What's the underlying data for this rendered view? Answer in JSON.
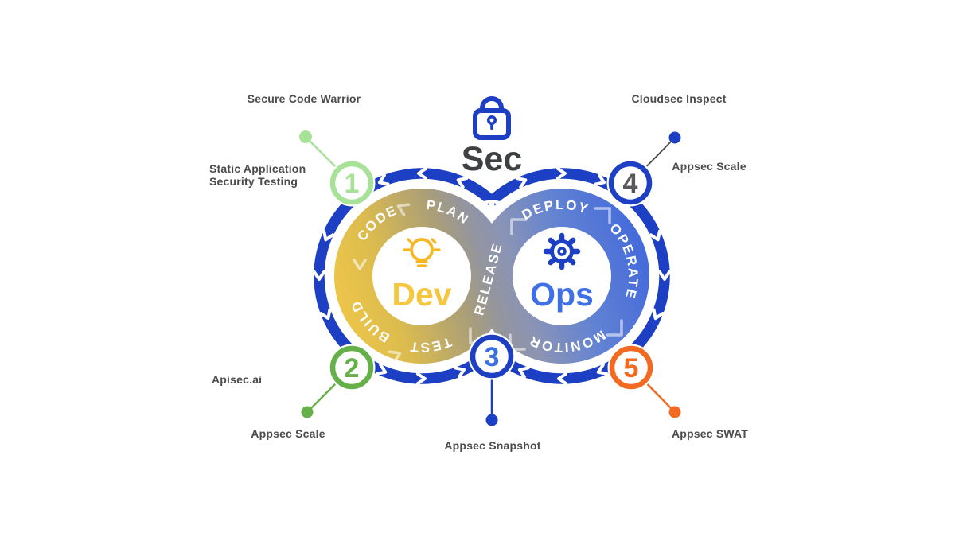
{
  "diagram": {
    "title": "Sec",
    "dev": "Dev",
    "ops": "Ops",
    "icons": {
      "header": "lock-icon",
      "dev": "lightbulb-icon",
      "ops": "gear-icon"
    },
    "stages": {
      "plan": "PLAN",
      "code": "CODE",
      "build": "BUILD",
      "test": "TEST",
      "release": "RELEASE",
      "deploy": "DEPLOY",
      "operate": "OPERATE",
      "monitor": "MONITOR"
    },
    "colors": {
      "band_blue": "#1d3fc4",
      "dev_yellow": "#f6c73e",
      "ops_blue": "#3f70e8",
      "disc_yellow": "#f2c848",
      "disc_blue": "#4168dc",
      "title_gray": "#3e4042",
      "bulb_yellow": "#f6b722",
      "label_gray": "#4c4c4c"
    }
  },
  "callouts": {
    "c1": {
      "number": "1",
      "accent": "#a8e298",
      "label_top": "Secure Code Warrior",
      "label_side_line1": "Static Application",
      "label_side_line2": "Security Testing"
    },
    "c2": {
      "number": "2",
      "accent": "#66b04a",
      "label_side": "Apisec.ai",
      "label_bottom": "Appsec Scale"
    },
    "c3": {
      "number": "3",
      "ring": "#1d3fc4",
      "accent": "#3a70e2",
      "label_bottom": "Appsec Snapshot"
    },
    "c4": {
      "number": "4",
      "ring": "#1d3fc4",
      "number_color": "#58585a",
      "line_color": "#4a4a4a",
      "dot_color": "#1d3fc4",
      "label_top": "Cloudsec Inspect",
      "label_side": "Appsec Scale"
    },
    "c5": {
      "number": "5",
      "accent": "#f26a22",
      "label_bottom": "Appsec SWAT"
    }
  }
}
